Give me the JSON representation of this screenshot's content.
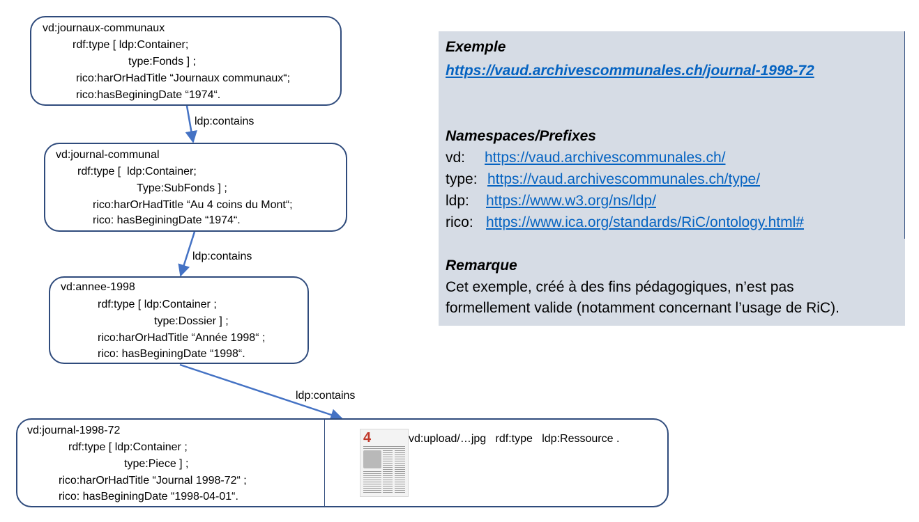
{
  "nodes": [
    {
      "lines": [
        "vd:journaux-communaux",
        "rdf:type [ ldp:Container;",
        "type:Fonds ] ;",
        "rico:harOrHadTitle “Journaux communaux“;",
        "rico:hasBeginingDate “1974“."
      ]
    },
    {
      "lines": [
        "vd:journal-communal",
        "rdf:type [  ldp:Container;",
        "Type:SubFonds ] ;",
        "rico:harOrHadTitle “Au 4 coins du Mont“;",
        "rico: hasBeginingDate “1974“."
      ]
    },
    {
      "lines": [
        "vd:annee-1998",
        "rdf:type [ ldp:Container ;",
        "type:Dossier ] ;",
        "rico:harOrHadTitle “Année 1998“ ;",
        "rico: hasBeginingDate “1998“."
      ]
    },
    {
      "lines": [
        "vd:journal-1998-72",
        "rdf:type [ ldp:Container ;",
        "type:Piece ] ;",
        "rico:harOrHadTitle “Journal 1998-72“ ;",
        "rico: hasBeginingDate “1998-04-01“."
      ]
    }
  ],
  "resource": {
    "text": "vd:upload/…jpg   rdf:type   ldp:Ressource .",
    "thumbnail": "journal-page-thumbnail"
  },
  "edges": [
    {
      "label": "ldp:contains"
    },
    {
      "label": "ldp:contains"
    },
    {
      "label": "ldp:contains"
    }
  ],
  "panel": {
    "example_heading": "Exemple",
    "example_url": "https://vaud.archivescommunales.ch/journal-1998-72",
    "namespaces_heading": "Namespaces/Prefixes",
    "namespaces": [
      {
        "prefix": "vd:",
        "url": "https://vaud.archivescommunales.ch/"
      },
      {
        "prefix": "type:",
        "url": "https://vaud.archivescommunales.ch/type/"
      },
      {
        "prefix": "ldp:",
        "url": "https://www.w3.org/ns/ldp/"
      },
      {
        "prefix": "rico:",
        "url": "https://www.ica.org/standards/RiC/ontology.html#"
      }
    ],
    "remark_heading": "Remarque",
    "remark_lines": [
      "Cet exemple, créé à des fins pédagogiques, n’est pas",
      "formellement valide (notamment concernant l’usage de RiC)."
    ]
  },
  "colors": {
    "node_border": "#2f4b7c",
    "arrow": "#4472c4",
    "panel_background": "#d6dce5",
    "link": "#0563c1"
  }
}
